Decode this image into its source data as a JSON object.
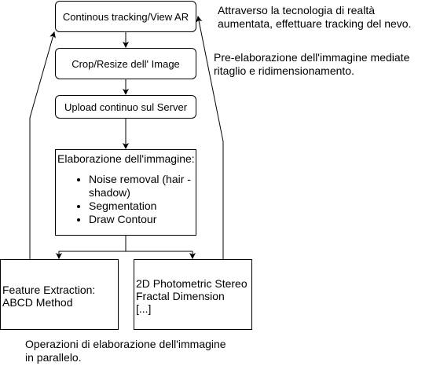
{
  "nodes": {
    "tracking": {
      "label": "Continous tracking/View AR"
    },
    "crop": {
      "label": "Crop/Resize dell' Image"
    },
    "upload": {
      "label": "Upload continuo sul Server"
    },
    "elaborazione": {
      "title": "Elaborazione dell'immagine:",
      "items": [
        "Noise removal (hair - shadow)",
        "Segmentation",
        "Draw Contour"
      ]
    },
    "feature": {
      "lines": [
        "Feature Extraction:",
        "ABCD Method"
      ]
    },
    "photometric": {
      "lines": [
        "2D Photometric Stereo",
        "Fractal Dimension",
        "[...]"
      ]
    }
  },
  "annotations": {
    "ar_note": [
      "Attraverso la tecnologia di realtà",
      "aumentata, effettuare tracking del nevo."
    ],
    "pre_note": [
      "Pre-elaborazione dell'immagine mediate",
      "ritaglio e ridimensionamento."
    ],
    "parallel_note": [
      "Operazioni di elaborazione dell'immagine",
      "in parallelo."
    ]
  },
  "colors": {
    "stroke": "#000000",
    "background": "#ffffff"
  }
}
